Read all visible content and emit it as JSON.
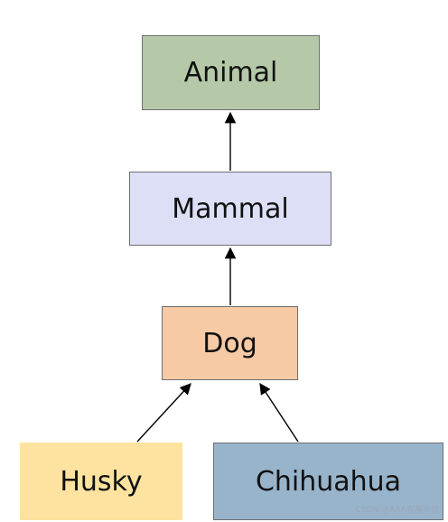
{
  "nodes": {
    "animal": {
      "label": "Animal",
      "fill": "#b5c9a8"
    },
    "mammal": {
      "label": "Mammal",
      "fill": "#dcdff5"
    },
    "dog": {
      "label": "Dog",
      "fill": "#f5caa5"
    },
    "husky": {
      "label": "Husky",
      "fill": "#fde39f"
    },
    "chihuahua": {
      "label": "Chihuahua",
      "fill": "#98b4cb"
    }
  },
  "edges": [
    {
      "from": "Mammal",
      "to": "Animal"
    },
    {
      "from": "Dog",
      "to": "Mammal"
    },
    {
      "from": "Husky",
      "to": "Dog"
    },
    {
      "from": "Chihuahua",
      "to": "Dog"
    }
  ],
  "watermark": "CSDN @AAA客服小宫"
}
